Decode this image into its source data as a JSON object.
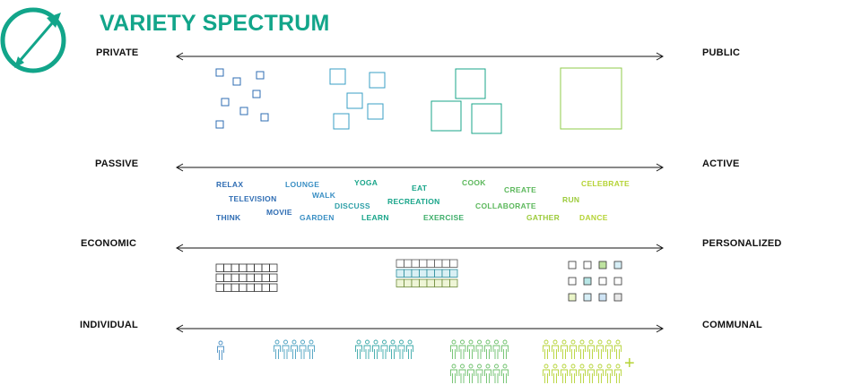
{
  "title": "VARIETY SPECTRUM",
  "colors": {
    "brand": "#12a58a",
    "blue": "#2f6db3",
    "teal": "#2fa0a8",
    "green": "#5cb85c",
    "lime": "#b5d335",
    "axis": "#111111"
  },
  "logo_icon": "diagonal-double-arrow-icon",
  "rows": [
    {
      "left": "PRIVATE",
      "right": "PUBLIC"
    },
    {
      "left": "PASSIVE",
      "right": "ACTIVE"
    },
    {
      "left": "ECONOMIC",
      "right": "PERSONALIZED"
    },
    {
      "left": "INDIVIDUAL",
      "right": "COMMUNAL"
    }
  ],
  "activities": [
    {
      "text": "RELAX",
      "color": "#2f6db3"
    },
    {
      "text": "TELEVISION",
      "color": "#2f6db3"
    },
    {
      "text": "THINK",
      "color": "#2f6db3"
    },
    {
      "text": "MOVIE",
      "color": "#2f6db3"
    },
    {
      "text": "LOUNGE",
      "color": "#3a8fc4"
    },
    {
      "text": "WALK",
      "color": "#3a8fc4"
    },
    {
      "text": "GARDEN",
      "color": "#3a8fc4"
    },
    {
      "text": "DISCUSS",
      "color": "#2fa0a8"
    },
    {
      "text": "YOGA",
      "color": "#19a58a"
    },
    {
      "text": "LEARN",
      "color": "#19a58a"
    },
    {
      "text": "EAT",
      "color": "#19a58a"
    },
    {
      "text": "RECREATION",
      "color": "#19a58a"
    },
    {
      "text": "EXERCISE",
      "color": "#3fae6a"
    },
    {
      "text": "COOK",
      "color": "#5cb85c"
    },
    {
      "text": "CREATE",
      "color": "#5cb85c"
    },
    {
      "text": "COLLABORATE",
      "color": "#5cb85c"
    },
    {
      "text": "RUN",
      "color": "#9ccb3b"
    },
    {
      "text": "GATHER",
      "color": "#9ccb3b"
    },
    {
      "text": "CELEBRATE",
      "color": "#b5d335"
    },
    {
      "text": "DANCE",
      "color": "#b5d335"
    }
  ],
  "plus_symbol": "+"
}
